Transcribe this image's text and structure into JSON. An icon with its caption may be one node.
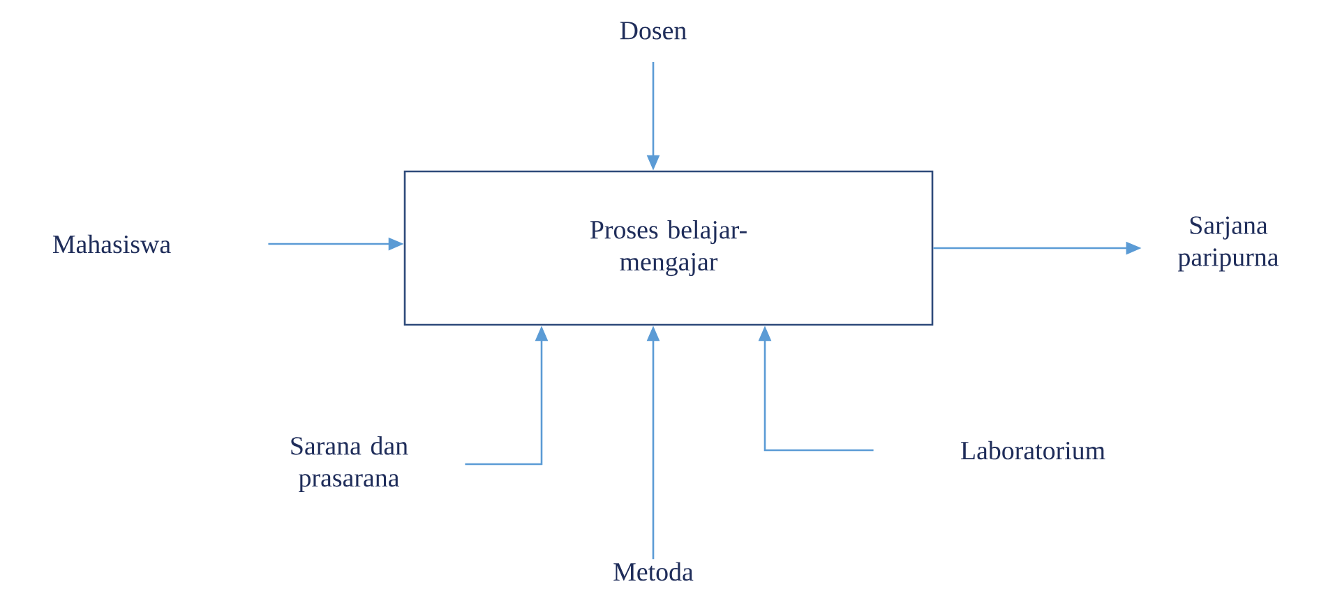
{
  "diagram": {
    "nodes": [
      {
        "text": [
          "Dosen"
        ]
      },
      {
        "text": [
          "Mahasiswa"
        ]
      },
      {
        "text": [
          "Proses belajar-mengajar"
        ]
      },
      {
        "text": [
          "Sarjana paripurna"
        ]
      },
      {
        "text": [
          "Sarana dan prasarana"
        ]
      },
      {
        "text": [
          "Metoda"
        ]
      },
      {
        "text": [
          "Laboratorium"
        ]
      }
    ],
    "edges": [
      {
        "from": 0,
        "to": 2,
        "arrow": "to"
      },
      {
        "from": 1,
        "to": 2,
        "arrow": "to"
      },
      {
        "from": 2,
        "to": 3,
        "arrow": "to"
      },
      {
        "from": 4,
        "to": 2,
        "arrow": "to"
      },
      {
        "from": 5,
        "to": 2,
        "arrow": "to"
      },
      {
        "from": 6,
        "to": 2,
        "arrow": "to"
      }
    ]
  }
}
